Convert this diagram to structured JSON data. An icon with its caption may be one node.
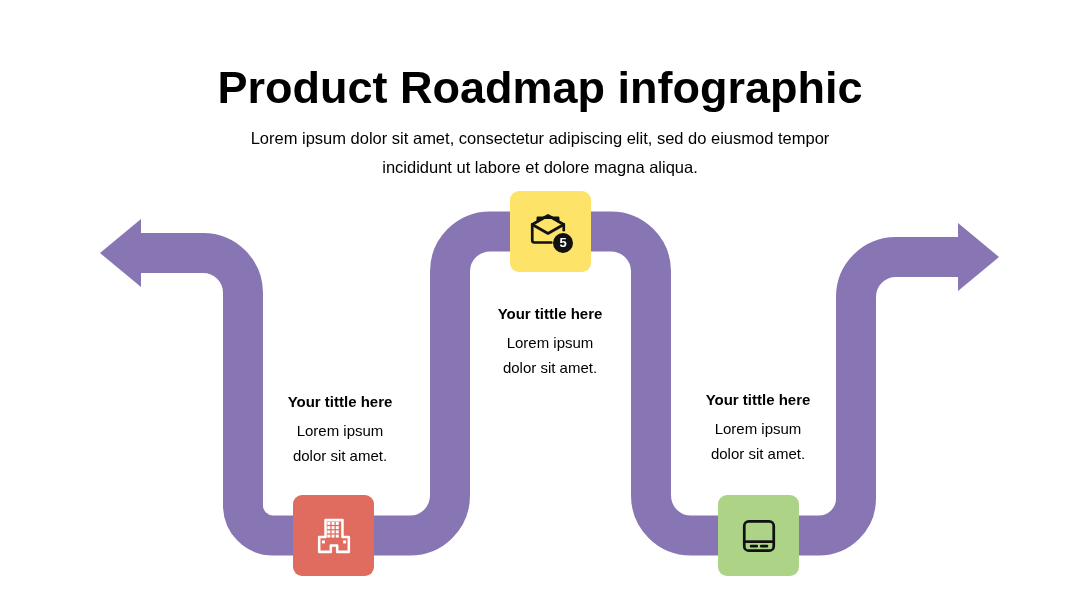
{
  "diagram": {
    "title": "Product Roadmap infographic",
    "nodes": [
      {
        "text": [],
        "shape": "box",
        "beside": [
          "Your tittle here",
          "Lorem ipsum dolor sit amet."
        ]
      },
      {
        "text": [],
        "shape": "box",
        "beside": [
          "Your tittle here",
          "Lorem ipsum dolor sit amet."
        ]
      },
      {
        "text": [],
        "shape": "box",
        "beside": [
          "Your tittle here",
          "Lorem ipsum dolor sit amet."
        ]
      }
    ],
    "edges": [
      {
        "from": 0,
        "to": null,
        "arrow": "to"
      },
      {
        "from": 0,
        "to": 1,
        "arrow": "none"
      },
      {
        "from": 1,
        "to": 2,
        "arrow": "none"
      },
      {
        "from": 2,
        "to": null,
        "arrow": "to"
      }
    ],
    "labels": [
      "Lorem ipsum dolor sit amet, consectetur adipiscing elit, sed do eiusmod tempor incididunt ut labore et dolore magna aliqua.",
      "5"
    ]
  }
}
